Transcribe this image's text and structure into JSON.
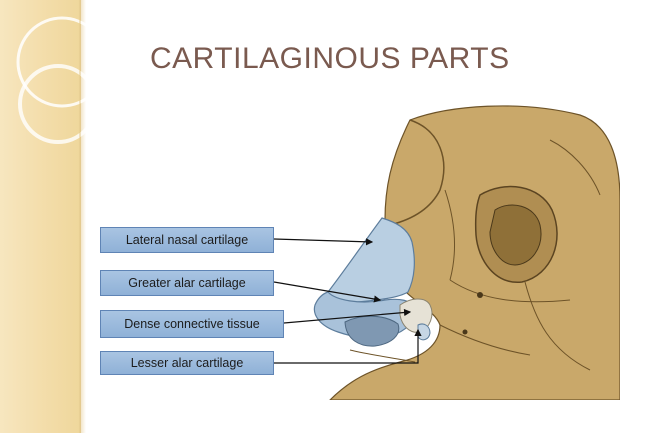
{
  "slide": {
    "title": "CARTILAGINOUS PARTS"
  },
  "labels": [
    {
      "text": "Lateral nasal cartilage"
    },
    {
      "text": "Greater alar cartilage"
    },
    {
      "text": "Dense connective tissue"
    },
    {
      "text": "Lesser alar cartilage"
    }
  ],
  "colors": {
    "title": "#7a5a4f",
    "label_fill": "#9bb9dc",
    "label_border": "#5f84b5",
    "bone": "#c9a86a",
    "cartilage": "#b9cfe2",
    "side_band": "#f3ddaa"
  }
}
